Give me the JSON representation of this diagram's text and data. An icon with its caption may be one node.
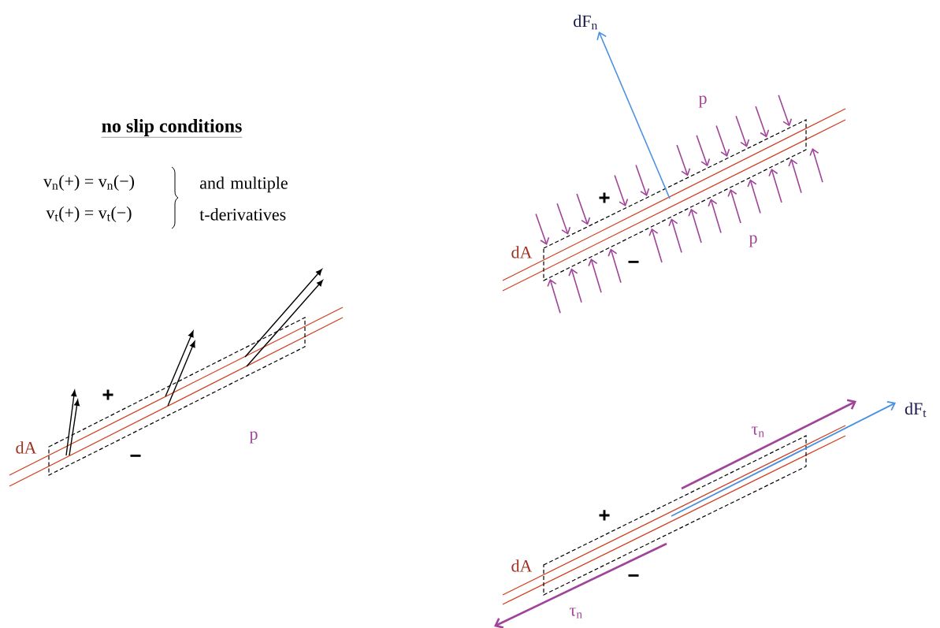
{
  "diagram": {
    "labels": [
      "no slip conditions",
      "v$_{n}$(+) = v$_{n}$(−)",
      "and multiple t-derivatives",
      "v$_{t}$(+) = v$_{t}$(−)",
      "+",
      "dA",
      "−",
      "p",
      "dF$_{n}$",
      "p",
      "+",
      "dA",
      "p",
      "−",
      "τ$_{n}$",
      "dF$_{t}$",
      "+",
      "dA",
      "−",
      "τ$_{n}$"
    ]
  }
}
